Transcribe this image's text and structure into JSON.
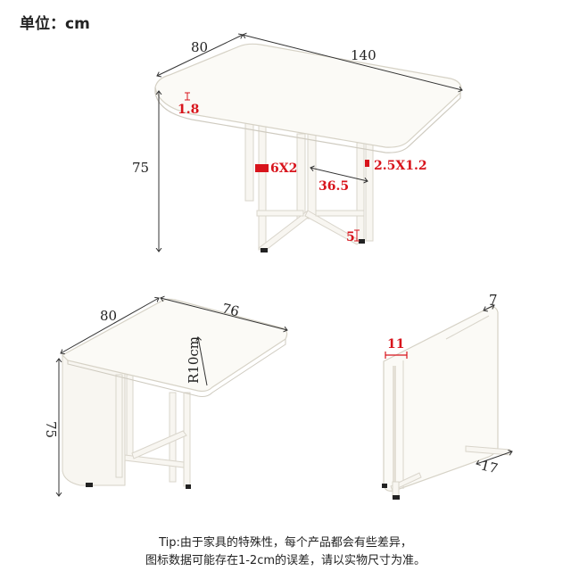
{
  "unit_label": "单位：cm",
  "top_view": {
    "width_label": "80",
    "length_label": "140",
    "height_label": "75",
    "thickness_label": "1.8",
    "leg_section_a_label": "6X2",
    "leg_section_b_label": "2.5X1.2",
    "leg_spacing_label": "36.5",
    "foot_label": "5"
  },
  "half_view": {
    "width_label": "80",
    "depth_label": "76",
    "radius_label": "R10cm",
    "height_label": "75"
  },
  "folded_view": {
    "top_label": "7",
    "thickness_label": "11",
    "base_label": "17"
  },
  "tip": {
    "line1": "Tip:由于家具的特殊性，每个产品都会有些差异，",
    "line2": "图标数据可能存在1-2cm的误差，请以实物尺寸为准。"
  },
  "colors": {
    "accent": "#d8141c",
    "line": "#333333",
    "furniture": "#f7f5ef",
    "furniture_edge": "#cfcbc0"
  }
}
